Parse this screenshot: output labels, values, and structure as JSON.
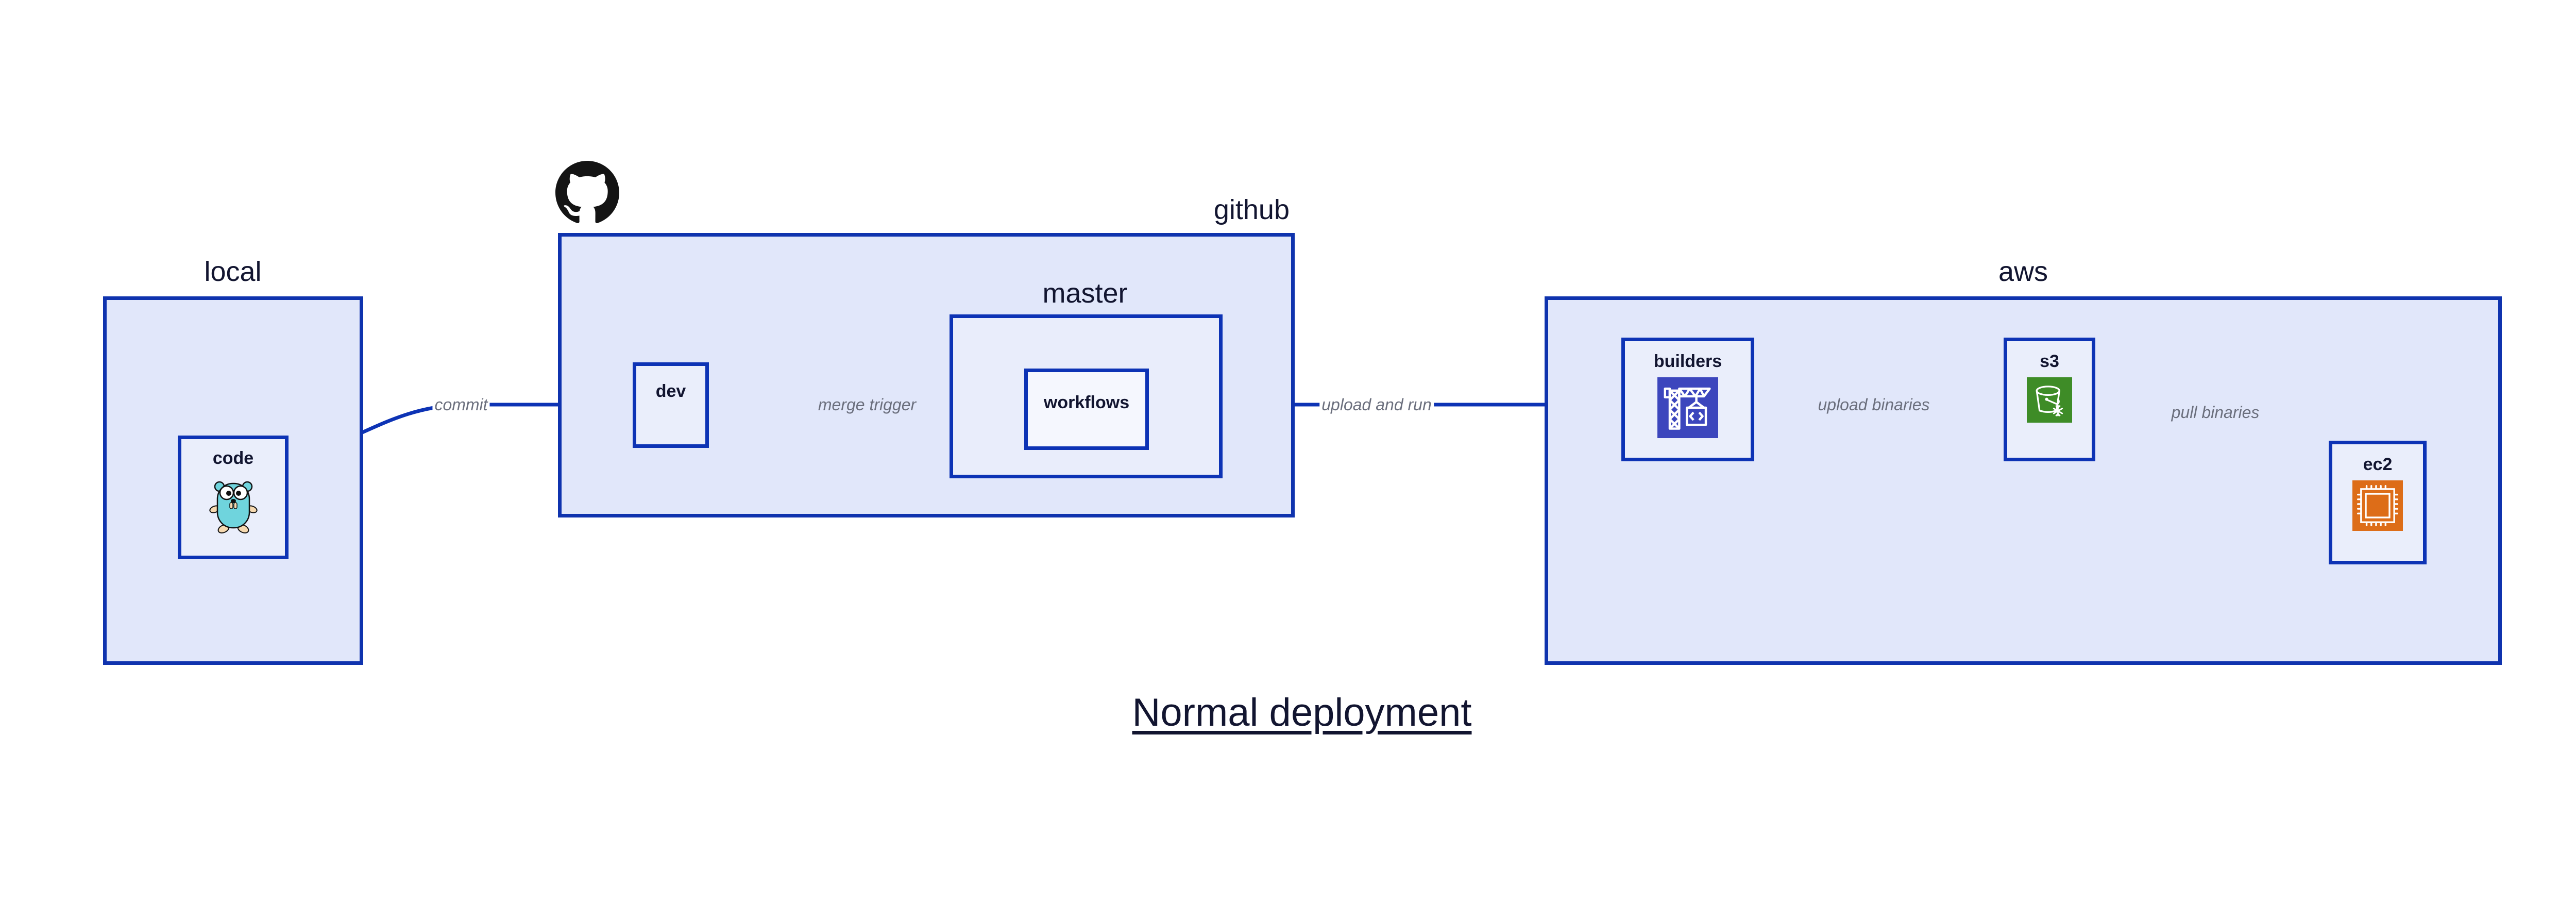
{
  "title": "Normal deployment",
  "colors": {
    "group_fill": "#e1e7fa",
    "group_inner_fill": "#e9edfb",
    "node_fill": "#eaeefb",
    "border_blue": "#0d33b5",
    "text_dark": "#121530",
    "edge_label_gray": "#6b6f7d",
    "builders_icon_bg": "#3c46bd",
    "s3_icon_bg": "#3e8c27",
    "ec2_icon_bg": "#dd6d18",
    "gopher_body": "#6fd4dd",
    "github_logo": "#141414"
  },
  "groups": [
    {
      "id": "local",
      "label": "local"
    },
    {
      "id": "github",
      "label": "github"
    },
    {
      "id": "master",
      "label": "master"
    },
    {
      "id": "aws",
      "label": "aws"
    }
  ],
  "nodes": [
    {
      "id": "code",
      "label": "code",
      "icon": "go-gopher-icon"
    },
    {
      "id": "dev",
      "label": "dev",
      "icon": null
    },
    {
      "id": "workflows",
      "label": "workflows",
      "icon": null
    },
    {
      "id": "builders",
      "label": "builders",
      "icon": "aws-codebuild-icon"
    },
    {
      "id": "s3",
      "label": "s3",
      "icon": "aws-s3-glacier-icon"
    },
    {
      "id": "ec2",
      "label": "ec2",
      "icon": "aws-ec2-chip-icon"
    }
  ],
  "edges": [
    {
      "id": "code-dev",
      "from": "code",
      "to": "dev",
      "label": "commit"
    },
    {
      "id": "dev-workflows",
      "from": "dev",
      "to": "workflows",
      "label": "merge trigger"
    },
    {
      "id": "workflows-builders",
      "from": "workflows",
      "to": "builders",
      "label": "upload and run"
    },
    {
      "id": "builders-s3",
      "from": "builders",
      "to": "s3",
      "label": "upload binaries"
    },
    {
      "id": "s3-ec2",
      "from": "s3",
      "to": "ec2",
      "label": "pull binaries"
    }
  ],
  "logos": [
    {
      "id": "github-logo",
      "name": "github-octocat-logo"
    }
  ]
}
